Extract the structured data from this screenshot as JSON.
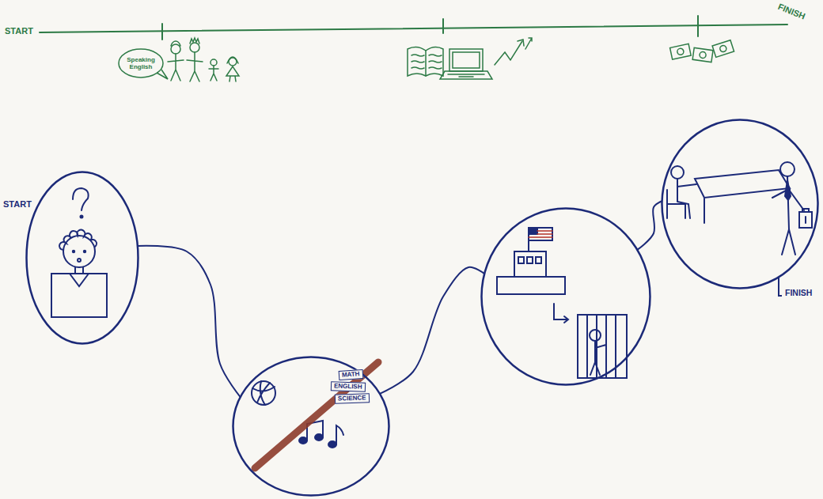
{
  "diagram": {
    "nodes": [
      {
        "text": [
          "START"
        ]
      },
      {
        "text": [
          "MATH",
          "ENGLISH",
          "SCIENCE"
        ]
      },
      {
        "text": []
      },
      {
        "text": [
          "FINISH"
        ]
      }
    ],
    "edges": [
      {
        "from": 0,
        "to": 1,
        "arrow": "none"
      },
      {
        "from": 1,
        "to": 2,
        "arrow": "none"
      },
      {
        "from": 2,
        "to": 3,
        "arrow": "none"
      }
    ],
    "labels": [
      "START",
      "Speaking English",
      "FINISH"
    ]
  }
}
